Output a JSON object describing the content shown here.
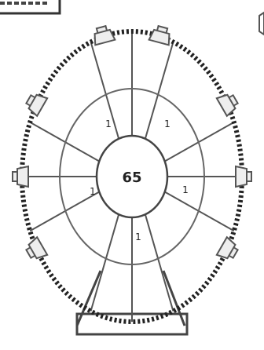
{
  "diagram": {
    "hub_label": "65",
    "cabin_count": 8,
    "segment_markings": [
      "1",
      "1",
      "1",
      "1",
      "1"
    ],
    "colors": {
      "line": "#444444",
      "dotted_rim": "#222222",
      "cabin": "#555555",
      "background": "#ffffff"
    }
  }
}
